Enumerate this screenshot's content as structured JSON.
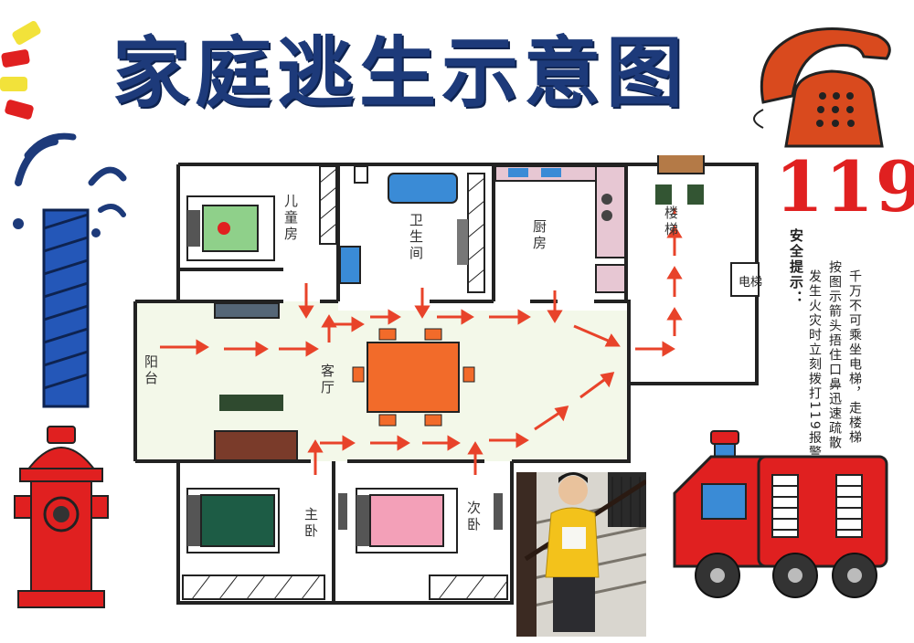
{
  "title": "家庭逃生示意图",
  "emergency_number": "119",
  "rooms": {
    "childrens_room": "儿童房",
    "bathroom": "卫生间",
    "kitchen": "厨房",
    "stairs": "楼梯",
    "elevator": "电梯",
    "balcony": "阳台",
    "living_room": "客厅",
    "master_bedroom": "主卧",
    "second_bedroom": "次卧"
  },
  "safety_tips": {
    "heading": "安全提示：",
    "lines": [
      "千万不可乘坐电梯，走楼梯",
      "按图示箭头捂住口鼻迅速疏散",
      "发生火灾时立刻拨打119报警"
    ]
  },
  "colors": {
    "title": "#1d3a7a",
    "arrows": "#e8432a",
    "accent_red": "#e02020",
    "floor": "#f3f8e9"
  }
}
